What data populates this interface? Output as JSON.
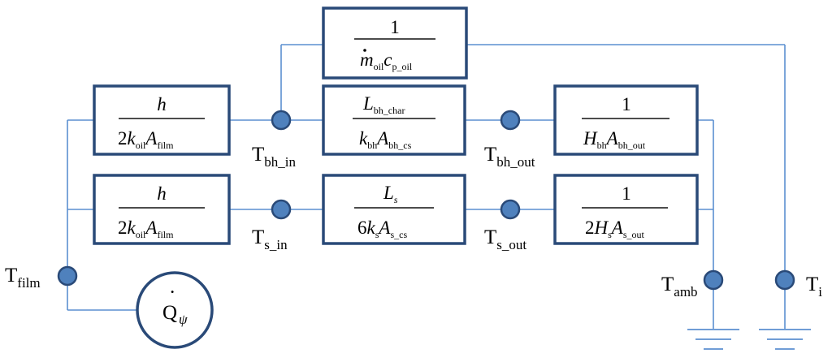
{
  "boxes": {
    "b_mdot": {
      "num": "1",
      "m": "m",
      "oil": "oil",
      "c": "c",
      "pol": "p_oil"
    },
    "b_film_top": {
      "h": "h",
      "two": "2",
      "k": "k",
      "oil": "oil",
      "A": "A",
      "film": "film"
    },
    "b_film_bot": {
      "h": "h",
      "two": "2",
      "k": "k",
      "oil": "oil",
      "A": "A",
      "film": "film"
    },
    "b_bh": {
      "L": "L",
      "bhchar": "bh_char",
      "k": "k",
      "bh": "bh",
      "A": "A",
      "bhcs": "bh_cs"
    },
    "b_s": {
      "L": "L",
      "s": "s",
      "six": "6",
      "k": "k",
      "s2": "s",
      "A": "A",
      "scs": "s_cs"
    },
    "b_hbh": {
      "num": "1",
      "H": "H",
      "bh": "bh",
      "A": "A",
      "bhout": "bh_out"
    },
    "b_hs": {
      "num": "1",
      "two": "2",
      "H": "H",
      "s": "s",
      "A": "A",
      "sout": "s_out"
    }
  },
  "labels": {
    "t_bh_in": {
      "T": "T",
      "sub": "bh_in"
    },
    "t_bh_out": {
      "T": "T",
      "sub": "bh_out"
    },
    "t_s_in": {
      "T": "T",
      "sub": "s_in"
    },
    "t_s_out": {
      "T": "T",
      "sub": "s_out"
    },
    "t_film": {
      "T": "T",
      "sub": "film"
    },
    "t_amb": {
      "T": "T",
      "sub": "amb"
    },
    "t_i": {
      "T": "T",
      "sub": "i"
    }
  },
  "source": {
    "Q": "Q",
    "dot": "·",
    "sub": "ψ"
  },
  "colors": {
    "wire": "#5b8fd0",
    "box_border": "#2a4a78",
    "node_fill": "#4f81bd"
  }
}
